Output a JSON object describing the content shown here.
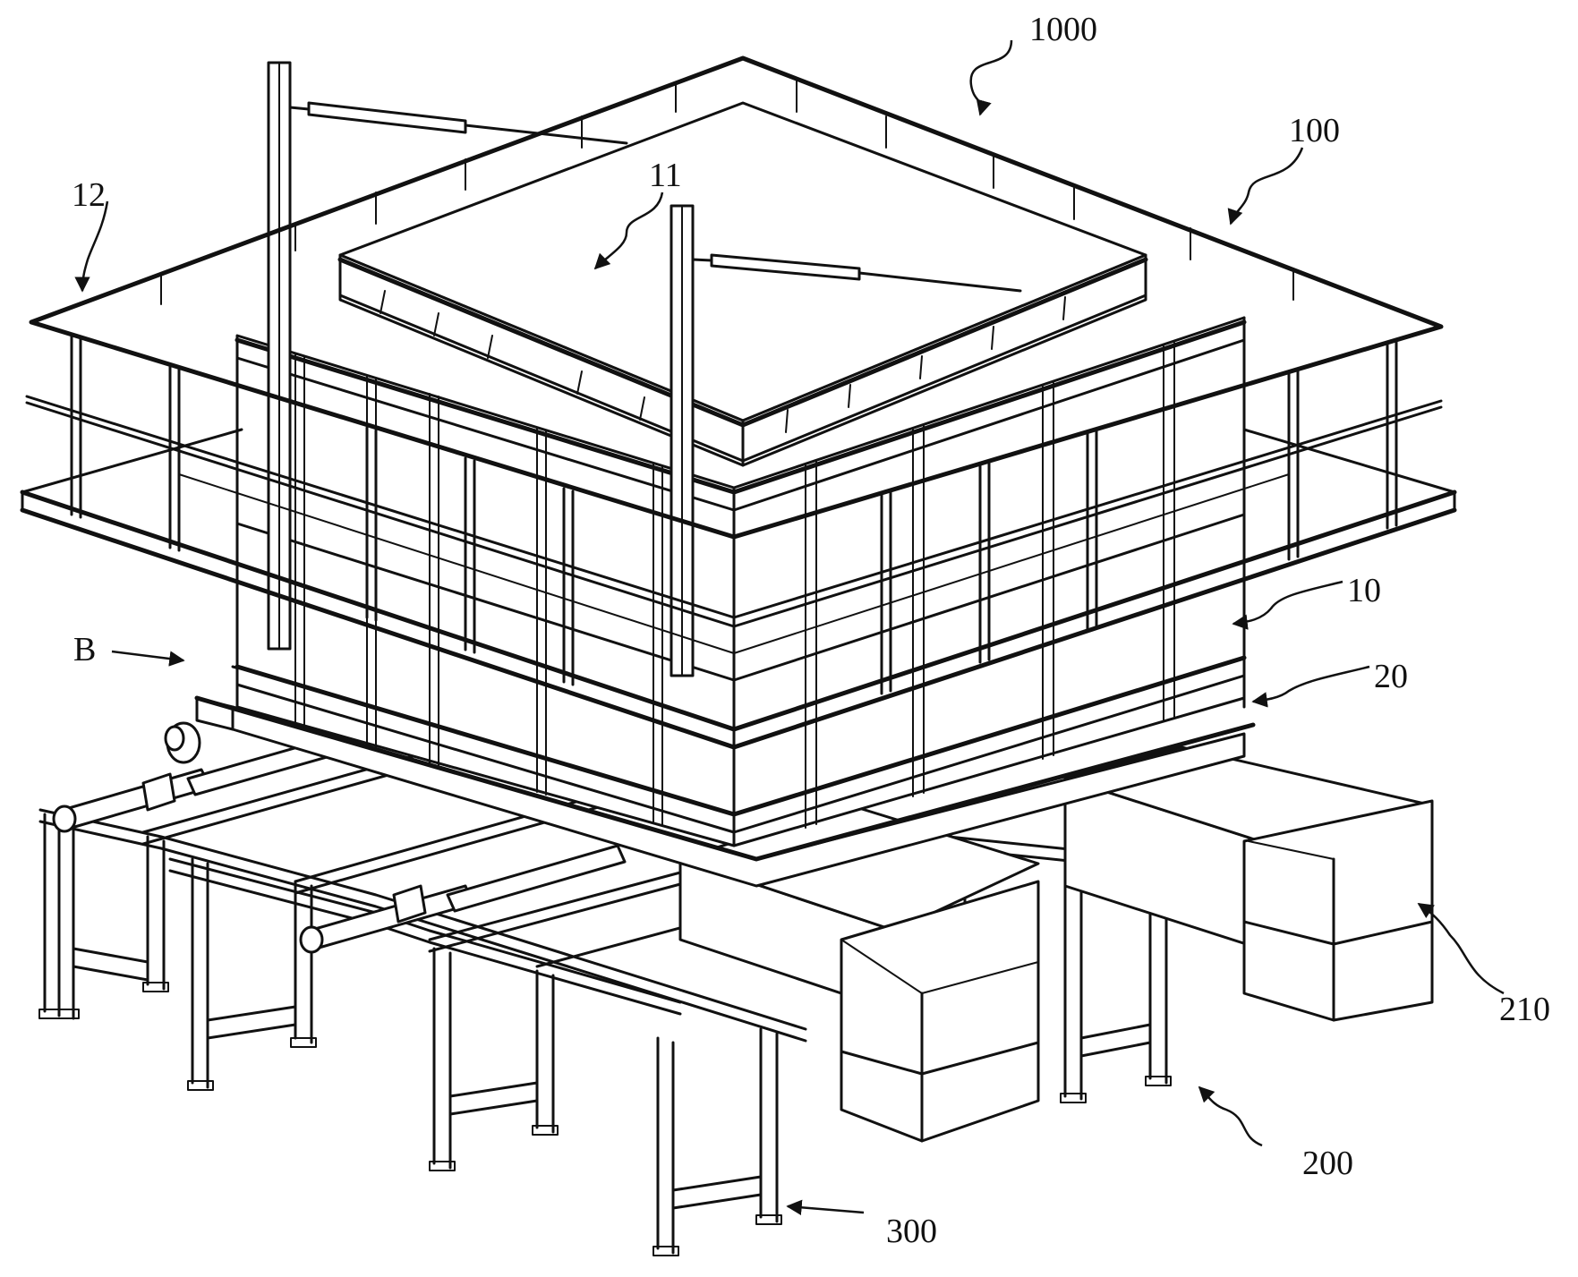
{
  "labels": {
    "l1000": "1000",
    "l100": "100",
    "l11": "11",
    "l12": "12",
    "l10": "10",
    "l20": "20",
    "lB": "B",
    "l210": "210",
    "l200": "200",
    "l300": "300"
  },
  "colors": {
    "line": "#111111",
    "background": "#ffffff"
  }
}
